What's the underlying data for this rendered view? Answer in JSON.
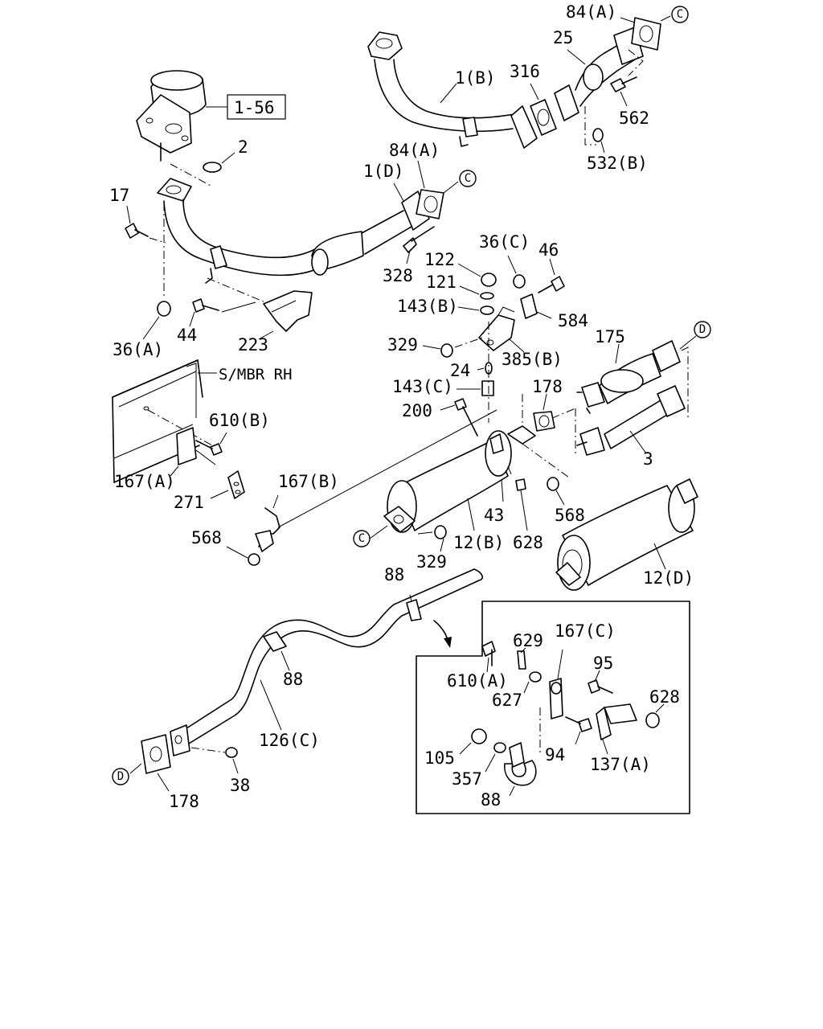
{
  "callouts": {
    "c_84a_top": "84(A)",
    "c_25": "25",
    "c_1b": "1(B)",
    "c_316": "316",
    "c_562": "562",
    "c_532b": "532(B)",
    "c_156": "1-56",
    "c_2": "2",
    "c_17": "17",
    "c_1d": "1(D)",
    "c_84a_mid": "84(A)",
    "c_328": "328",
    "c_36a": "36(A)",
    "c_44": "44",
    "c_223": "223",
    "c_122": "122",
    "c_36c": "36(C)",
    "c_46": "46",
    "c_121": "121",
    "c_143b": "143(B)",
    "c_584": "584",
    "c_329_top": "329",
    "c_385b": "385(B)",
    "c_175": "175",
    "c_24": "24",
    "c_143c": "143(C)",
    "c_178_mid": "178",
    "c_200": "200",
    "c_3": "3",
    "c_smbr": "S/MBR RH",
    "c_610b": "610(B)",
    "c_167a": "167(A)",
    "c_271": "271",
    "c_167b": "167(B)",
    "c_43": "43",
    "c_568_right": "568",
    "c_568_left": "568",
    "c_12b": "12(B)",
    "c_628_mid": "628",
    "c_329_low": "329",
    "c_12d": "12(D)",
    "c_88_top": "88",
    "c_88_mid": "88",
    "c_126c": "126(C)",
    "c_38": "38",
    "c_178_low": "178",
    "c_610a": "610(A)",
    "c_629": "629",
    "c_167c": "167(C)",
    "c_95": "95",
    "c_627": "627",
    "c_628_inset": "628",
    "c_105": "105",
    "c_94": "94",
    "c_357": "357",
    "c_137a": "137(A)",
    "c_88_inset": "88"
  },
  "connectors": {
    "c_top": "C",
    "c_mid": "C",
    "c_low": "C",
    "d_right": "D",
    "d_low": "D"
  }
}
